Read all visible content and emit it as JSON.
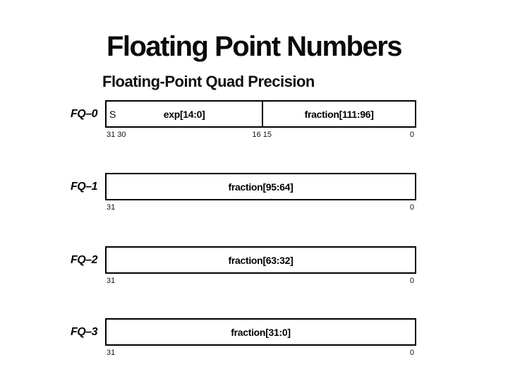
{
  "slide": {
    "title": "Floating Point Numbers",
    "diagram": {
      "heading": "Floating-Point Quad Precision",
      "rows": [
        {
          "label": "FQ–0",
          "compartments": [
            {
              "prefix": "S",
              "text": "exp[14:0]",
              "width_pct": 50.4
            },
            {
              "text": "fraction[111:96]",
              "width_pct": 49.6
            }
          ],
          "bit_marks": [
            {
              "text": "31 30",
              "pos": "left"
            },
            {
              "text": "16 15",
              "pos": "center",
              "at_pct": 50.4
            },
            {
              "text": "0",
              "pos": "right"
            }
          ]
        },
        {
          "label": "FQ–1",
          "compartments": [
            {
              "text": "fraction[95:64]",
              "width_pct": 100
            }
          ],
          "bit_marks": [
            {
              "text": "31",
              "pos": "left"
            },
            {
              "text": "0",
              "pos": "right"
            }
          ]
        },
        {
          "label": "FQ–2",
          "compartments": [
            {
              "text": "fraction[63:32]",
              "width_pct": 100
            }
          ],
          "bit_marks": [
            {
              "text": "31",
              "pos": "left"
            },
            {
              "text": "0",
              "pos": "right"
            }
          ]
        },
        {
          "label": "FQ–3",
          "compartments": [
            {
              "text": "fraction[31:0]",
              "width_pct": 100
            }
          ],
          "bit_marks": [
            {
              "text": "31",
              "pos": "left"
            },
            {
              "text": "0",
              "pos": "right"
            }
          ]
        }
      ]
    },
    "colors": {
      "background": "#ffffff",
      "text": "#000000",
      "box_border": "#000000"
    }
  }
}
